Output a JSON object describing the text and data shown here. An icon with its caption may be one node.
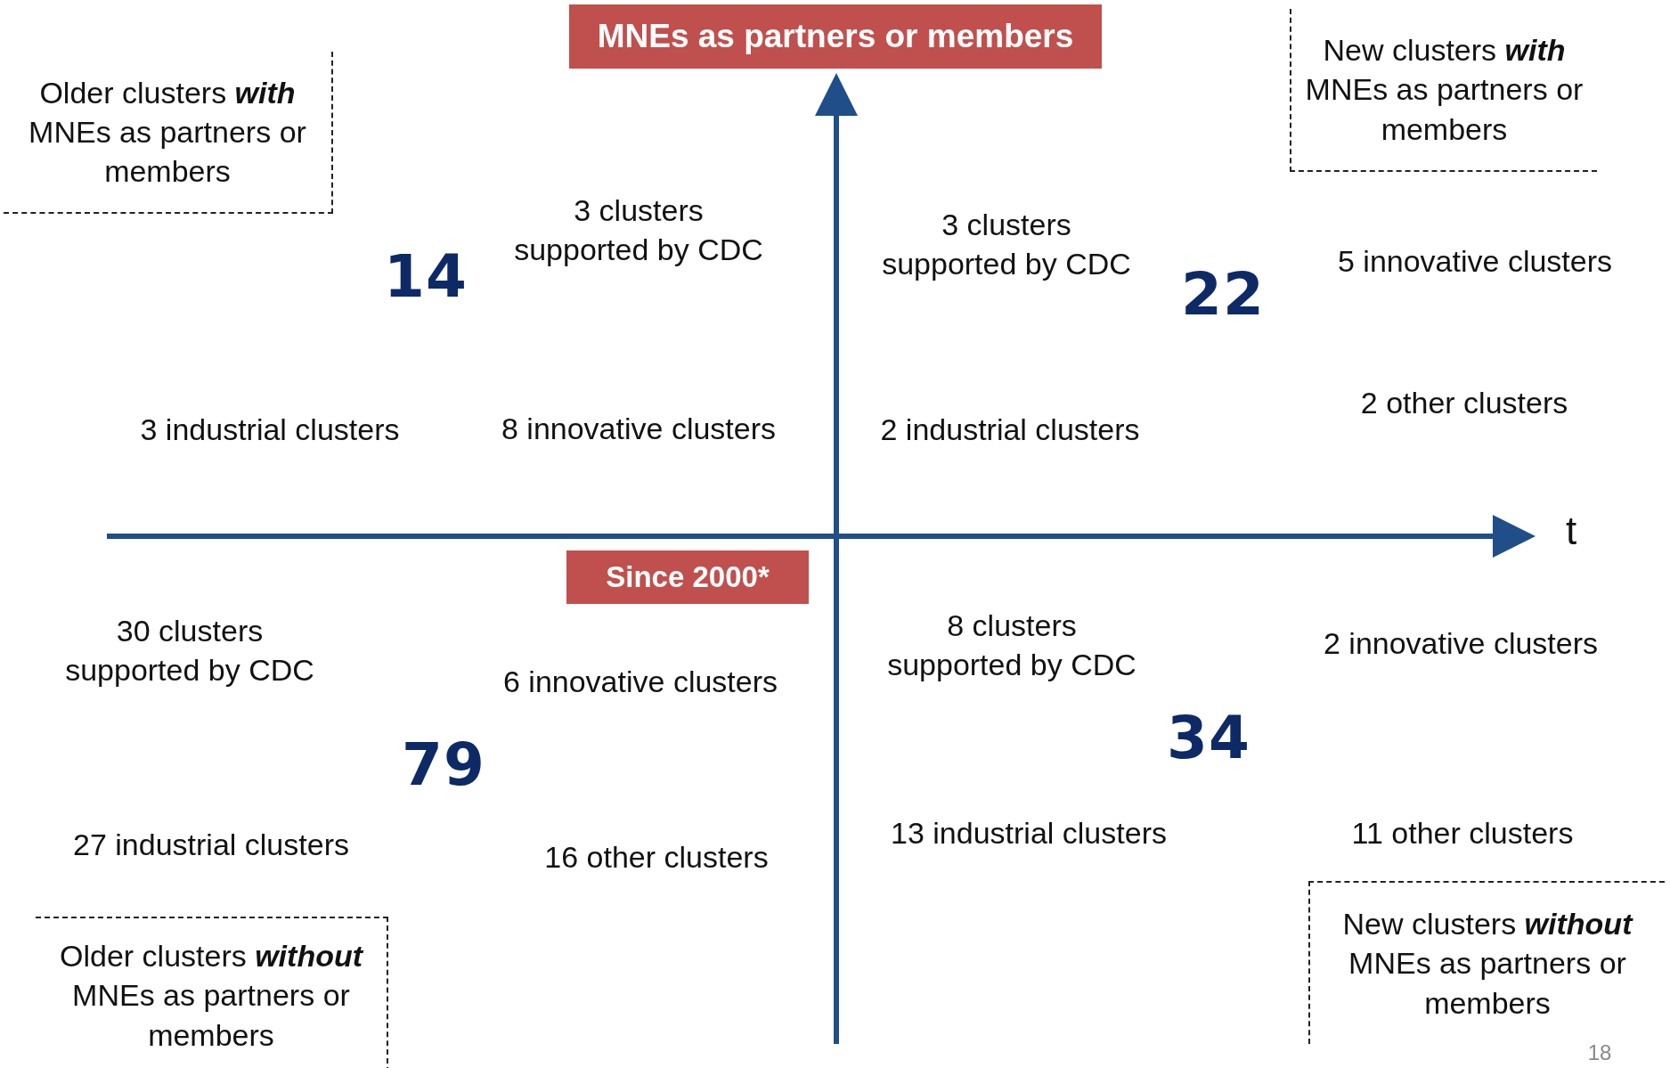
{
  "diagram": {
    "nodes": [
      {
        "text": [
          "MNEs as partners or members"
        ]
      },
      {
        "text": [
          "Older clusters **with** MNEs as partners or members"
        ]
      },
      {
        "text": [
          "New clusters **with** MNEs as partners or members"
        ]
      },
      {
        "text": [
          "Since 2000*"
        ]
      },
      {
        "text": [
          "Older clusters **without** MNEs as partners or members"
        ]
      },
      {
        "text": [
          "New clusters **without** MNEs as partners or members"
        ]
      }
    ],
    "edges": [],
    "labels": [
      "3 clusters supported by CDC",
      "14",
      "3 clusters supported by CDC",
      "22",
      "5 innovative clusters",
      "3 industrial clusters",
      "8 innovative clusters",
      "2 industrial clusters",
      "2 other clusters",
      "t",
      "30 clusters supported by CDC",
      "6 innovative clusters",
      "8 clusters supported by CDC",
      "2 innovative clusters",
      "34",
      "79",
      "27 industrial clusters",
      "16 other clusters",
      "13 industrial clusters",
      "11 other clusters",
      "18"
    ]
  }
}
